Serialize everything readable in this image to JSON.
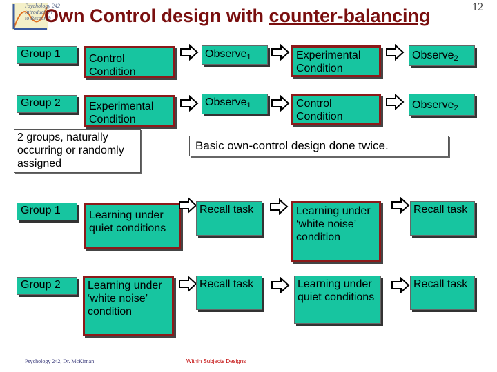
{
  "header": {
    "logo_line1": "Psychology 242",
    "logo_line2": "Introduction",
    "logo_line3": "to Research",
    "title_prefix": "Own Control design with ",
    "title_underlined": "counter-balancing",
    "slide_number": "12"
  },
  "top": {
    "row1": {
      "group": "Group 1",
      "cond1": "Control Condition",
      "obs1": "Observe",
      "obs1_sub": "1",
      "cond2": "Experimental Condition",
      "obs2": "Observe",
      "obs2_sub": "2"
    },
    "row2": {
      "group": "Group 2",
      "cond1": "Experimental Condition",
      "obs1": "Observe",
      "obs1_sub": "1",
      "cond2": "Control Condition",
      "obs2": "Observe",
      "obs2_sub": "2"
    },
    "note_groups": "2 groups, naturally occurring or randomly assigned",
    "note_basic": "Basic own-control design done twice."
  },
  "bottom": {
    "row1": {
      "group": "Group 1",
      "cond1": "Learning under quiet conditions",
      "task1": "Recall task",
      "cond2": "Learning under ‘white noise’ condition",
      "task2": "Recall task"
    },
    "row2": {
      "group": "Group 2",
      "cond1": "Learning under ‘white noise’ condition",
      "task1": "Recall task",
      "cond2": "Learning under quiet conditions",
      "task2": "Recall task"
    }
  },
  "footer": {
    "left": "Psychology 242, Dr. McKirnan",
    "center": "Within Subjects Designs"
  },
  "colors": {
    "box_fill": "#17c5a0",
    "box_border": "#8c1a1a",
    "title": "#7a0f0f"
  }
}
